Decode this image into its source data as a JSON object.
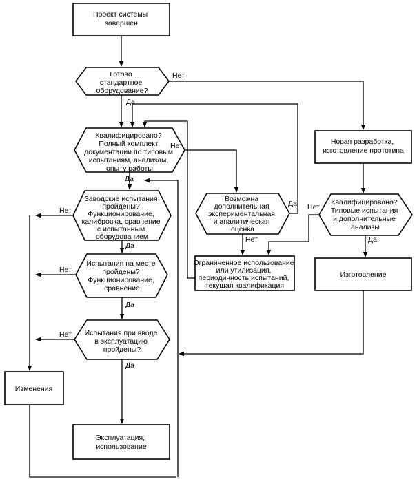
{
  "nodes": {
    "start": [
      "Проект системы",
      "завершен"
    ],
    "q_standard": [
      "Готово",
      "стандартное",
      "оборудование?"
    ],
    "q_qualified": [
      "Квалифицировано?",
      "Полный комплект",
      "документации по типовым",
      "испытаниям, анализам,",
      "опыту работы"
    ],
    "q_factory": [
      "Заводские испытания",
      "пройдены?",
      "Функционирование,",
      "калибровка, сравнение",
      "с испытанным",
      "оборудованием"
    ],
    "q_site": [
      "Испытания на месте",
      "пройдены?",
      "Функционирование,",
      "сравнение"
    ],
    "q_commissioning": [
      "Испытания при вводе",
      "в эксплуатацию",
      "пройдены?"
    ],
    "changes": [
      "Изменения"
    ],
    "operation": [
      "Эксплуатация,",
      "использование"
    ],
    "q_possible": [
      "Возможна",
      "дополнительная",
      "экспериментальная",
      "и аналитическая",
      "оценка"
    ],
    "limited_use": [
      "Ограниченное использование",
      "или утилизация,",
      "периодичность испытаний,",
      "текущая квалификация"
    ],
    "new_dev": [
      "Новая разработка,",
      "изготовление прототипа"
    ],
    "q_typical": [
      "Квалифицировано?",
      "Типовые испытания",
      "и дополнительные",
      "анализы"
    ],
    "manufacture": [
      "Изготовление"
    ]
  },
  "labels": {
    "yes": "Да",
    "no": "Нет"
  }
}
